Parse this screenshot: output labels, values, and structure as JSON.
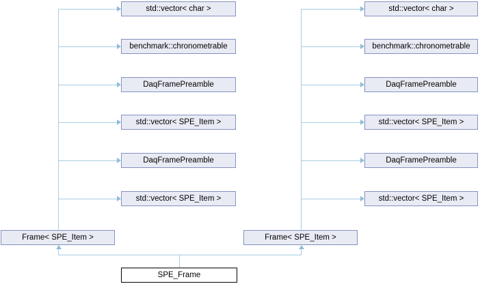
{
  "diagram": {
    "kind": "class-collaboration-graph",
    "main_class": "SPE_Frame",
    "left_tree": {
      "root": "Frame< SPE_Item >",
      "members": [
        "std::vector< char >",
        "benchmark::chronometrable",
        "DaqFramePreamble",
        "std::vector< SPE_Item >",
        "DaqFramePreamble",
        "std::vector< SPE_Item >"
      ]
    },
    "right_tree": {
      "root": "Frame< SPE_Item >",
      "members": [
        "std::vector< char >",
        "benchmark::chronometrable",
        "DaqFramePreamble",
        "std::vector< SPE_Item >",
        "DaqFramePreamble",
        "std::vector< SPE_Item >"
      ]
    },
    "colors": {
      "node_fill": "#e9ebf4",
      "node_border": "#8491c0",
      "edge": "#a6cde2",
      "arrow": "#8fbcd8",
      "main_node_fill": "#ffffff",
      "main_node_border": "#000000",
      "text": "#000000",
      "background": "#ffffff"
    }
  }
}
